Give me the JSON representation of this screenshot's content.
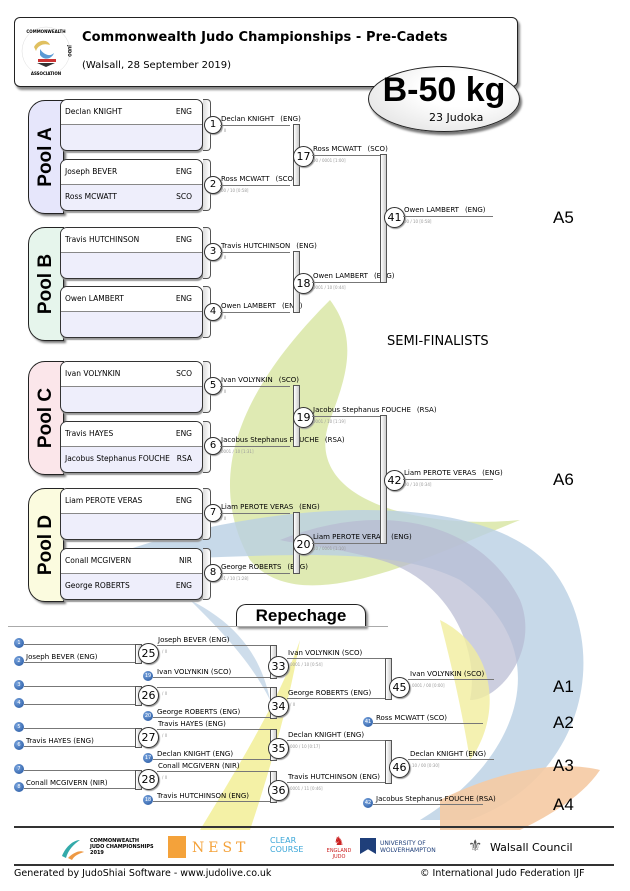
{
  "header": {
    "title": "Commonwealth Judo Championships - Pre-Cadets",
    "subtitle": "(Walsall, 28 September 2019)",
    "logo_text": "COMMONWEALTH JUDO ASSOCIATION",
    "category": "B-50 kg",
    "competitors": "23 Judoka"
  },
  "pools": [
    {
      "label": "Pool A",
      "color": "#e6e6fb"
    },
    {
      "label": "Pool B",
      "color": "#e6f5ec"
    },
    {
      "label": "Pool C",
      "color": "#fbe6ea"
    },
    {
      "label": "Pool D",
      "color": "#fbfbdf"
    }
  ],
  "entries": [
    {
      "pool": "A",
      "rows": [
        {
          "name": "Declan KNIGHT",
          "country": "ENG"
        },
        {
          "name": "",
          "country": ""
        }
      ]
    },
    {
      "pool": "A",
      "rows": [
        {
          "name": "Joseph BEVER",
          "country": "ENG"
        },
        {
          "name": "Ross MCWATT",
          "country": "SCO"
        }
      ]
    },
    {
      "pool": "B",
      "rows": [
        {
          "name": "Travis HUTCHINSON",
          "country": "ENG"
        },
        {
          "name": "",
          "country": ""
        }
      ]
    },
    {
      "pool": "B",
      "rows": [
        {
          "name": "Owen LAMBERT",
          "country": "ENG"
        },
        {
          "name": "",
          "country": ""
        }
      ]
    },
    {
      "pool": "C",
      "rows": [
        {
          "name": "Ivan VOLYNKIN",
          "country": "SCO"
        },
        {
          "name": "",
          "country": ""
        }
      ]
    },
    {
      "pool": "C",
      "rows": [
        {
          "name": "Travis HAYES",
          "country": "ENG"
        },
        {
          "name": "Jacobus Stephanus FOUCHE",
          "country": "RSA"
        }
      ]
    },
    {
      "pool": "D",
      "rows": [
        {
          "name": "Liam PEROTE VERAS",
          "country": "ENG"
        },
        {
          "name": "",
          "country": ""
        }
      ]
    },
    {
      "pool": "D",
      "rows": [
        {
          "name": "Conall MCGIVERN",
          "country": "NIR"
        },
        {
          "name": "George ROBERTS",
          "country": "ENG"
        }
      ]
    }
  ],
  "main_matches": [
    {
      "num": "1",
      "winner": "Declan KNIGHT",
      "country": "(ENG)",
      "score": "/ II"
    },
    {
      "num": "2",
      "winner": "Ross MCWATT",
      "country": "(SCO)",
      "score": "00 / 10 [0:58]"
    },
    {
      "num": "3",
      "winner": "Travis HUTCHINSON",
      "country": "(ENG)",
      "score": "/ II"
    },
    {
      "num": "4",
      "winner": "Owen LAMBERT",
      "country": "(ENG)",
      "score": "/ II"
    },
    {
      "num": "5",
      "winner": "Ivan VOLYNKIN",
      "country": "(SCO)",
      "score": "/ II"
    },
    {
      "num": "6",
      "winner": "Jacobus Stephanus FOUCHE",
      "country": "(RSA)",
      "score": "0001 / 10 [1:31]"
    },
    {
      "num": "7",
      "winner": "Liam PEROTE VERAS",
      "country": "(ENG)",
      "score": "/ II"
    },
    {
      "num": "8",
      "winner": "George ROBERTS",
      "country": "(ENG)",
      "score": "01 / 10 [1:28]"
    },
    {
      "num": "17",
      "winner": "Ross MCWATT",
      "country": "(SCO)",
      "score": "00 / 0001 [1:00]"
    },
    {
      "num": "18",
      "winner": "Owen LAMBERT",
      "country": "(ENG)",
      "score": "0001 / 10 [0:44]"
    },
    {
      "num": "19",
      "winner": "Jacobus Stephanus FOUCHE",
      "country": "(RSA)",
      "score": "0001 / 10 [1:19]"
    },
    {
      "num": "20",
      "winner": "Liam PEROTE VERAS",
      "country": "(ENG)",
      "score": "10 / 0001 [1:10]"
    },
    {
      "num": "41",
      "winner": "Owen LAMBERT",
      "country": "(ENG)",
      "score": "00 / 10 [0:58]"
    },
    {
      "num": "42",
      "winner": "Liam PEROTE VERAS",
      "country": "(ENG)",
      "score": "00 / 10 [0:34]"
    }
  ],
  "labels": {
    "a5": "A5",
    "a6": "A6",
    "semifinalists": "SEMI-FINALISTS",
    "repechage": "Repechage",
    "a1": "A1",
    "a2": "A2",
    "a3": "A3",
    "a4": "A4"
  },
  "repechage": {
    "seeds": [
      {
        "dot": "1",
        "name": ""
      },
      {
        "dot": "2",
        "name": "Joseph BEVER   (ENG)"
      },
      {
        "dot": "3",
        "name": ""
      },
      {
        "dot": "4",
        "name": ""
      },
      {
        "dot": "5",
        "name": ""
      },
      {
        "dot": "6",
        "name": "Travis HAYES   (ENG)"
      },
      {
        "dot": "7",
        "name": ""
      },
      {
        "dot": "8",
        "name": "Conall MCGIVERN   (NIR)"
      }
    ],
    "round1": [
      {
        "num": "25",
        "winner": "Joseph BEVER   (ENG)",
        "score": "/ II"
      },
      {
        "num": "26",
        "winner": "",
        "score": "/ II"
      },
      {
        "num": "27",
        "winner": "Travis HAYES   (ENG)",
        "score": "/ II"
      },
      {
        "num": "28",
        "winner": "Conall MCGIVERN   (NIR)",
        "score": "/ II"
      }
    ],
    "drops": [
      {
        "dot": "19",
        "name": "Ivan VOLYNKIN   (SCO)"
      },
      {
        "dot": "20",
        "name": "George ROBERTS   (ENG)"
      },
      {
        "dot": "17",
        "name": "Declan KNIGHT   (ENG)"
      },
      {
        "dot": "18",
        "name": "Travis HUTCHINSON   (ENG)"
      }
    ],
    "round2": [
      {
        "num": "33",
        "winner": "Ivan VOLYNKIN   (SCO)",
        "score": "0001 / 10 [0:54]"
      },
      {
        "num": "34",
        "winner": "George ROBERTS   (ENG)",
        "score": "/ II"
      },
      {
        "num": "35",
        "winner": "Declan KNIGHT   (ENG)",
        "score": "000 / 10 [0:17]"
      },
      {
        "num": "36",
        "winner": "Travis HUTCHINSON   (ENG)",
        "score": "0001 / 11 [0:46]"
      }
    ],
    "finals": [
      {
        "num": "45",
        "winner": "Ivan VOLYNKIN   (SCO)",
        "score": "0001 / 00 [0:00]"
      },
      {
        "num": "46",
        "winner": "Declan KNIGHT   (ENG)",
        "score": "10 / 00 [0:30]"
      }
    ],
    "semifinal_drops": [
      {
        "dot": "41",
        "name": "Ross MCWATT   (SCO)"
      },
      {
        "dot": "42",
        "name": "Jacobus Stephanus FOUCHE   (RSA)"
      }
    ]
  },
  "sponsors": [
    "COMMONWEALTH JUDO CHAMPIONSHIPS 2019",
    "NEST",
    "CLEAR COURSE",
    "ENGLAND JUDO",
    "UNIVERSITY OF WOLVERHAMPTON",
    "Walsall Council"
  ],
  "footer": {
    "left": "Generated by JudoShiai Software - www.judolive.co.uk",
    "right": "© International Judo Federation IJF"
  }
}
